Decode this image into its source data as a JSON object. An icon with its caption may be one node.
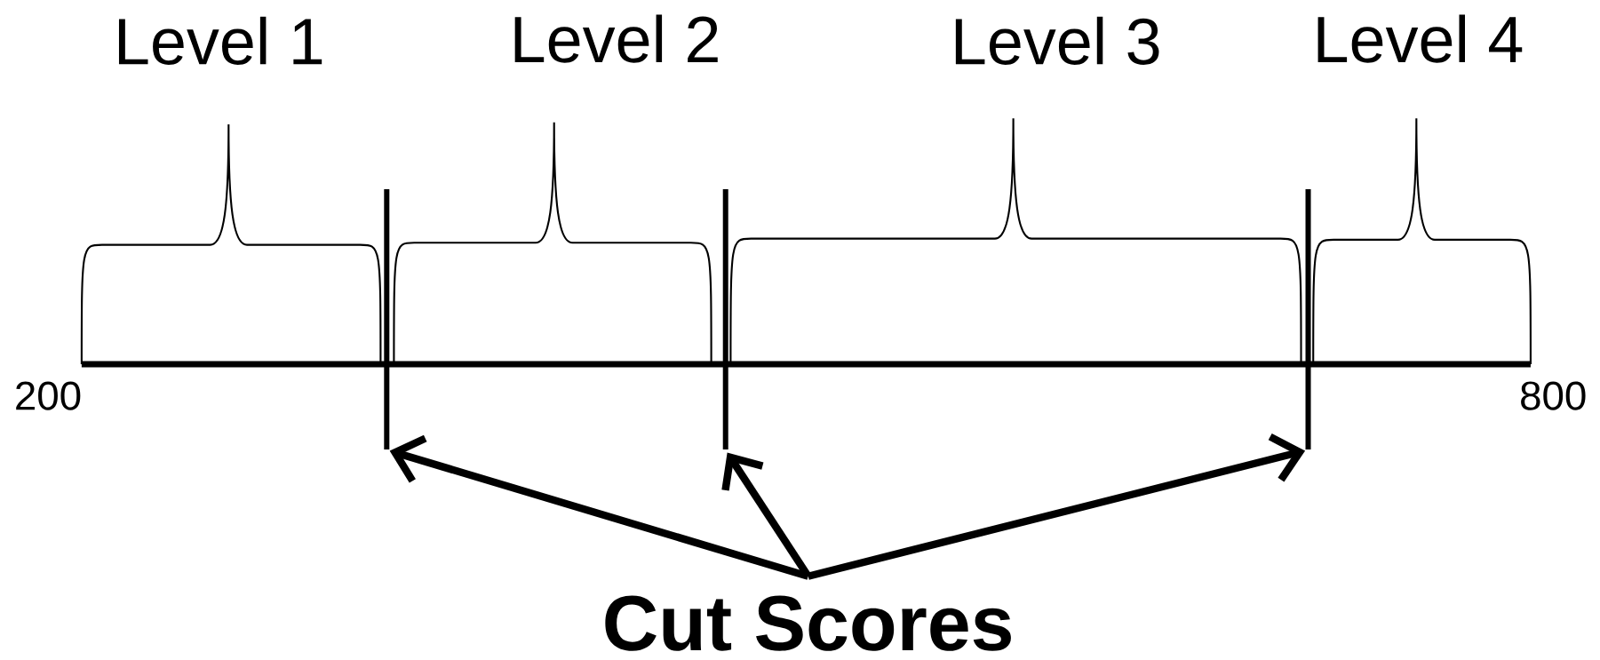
{
  "diagram": {
    "nodes": [
      {
        "text": [
          "Cut Scores"
        ]
      },
      {
        "text": [],
        "shape": "bar"
      },
      {
        "text": [],
        "shape": "bar"
      },
      {
        "text": [],
        "shape": "bar"
      }
    ],
    "edges": [
      {
        "from": 0,
        "to": 1,
        "arrow": "to"
      },
      {
        "from": 0,
        "to": 2,
        "arrow": "to"
      },
      {
        "from": 0,
        "to": 3,
        "arrow": "to"
      }
    ],
    "labels": [
      "Level 1",
      "Level 2",
      "Level 3",
      "Level 4",
      "200",
      "800"
    ]
  }
}
